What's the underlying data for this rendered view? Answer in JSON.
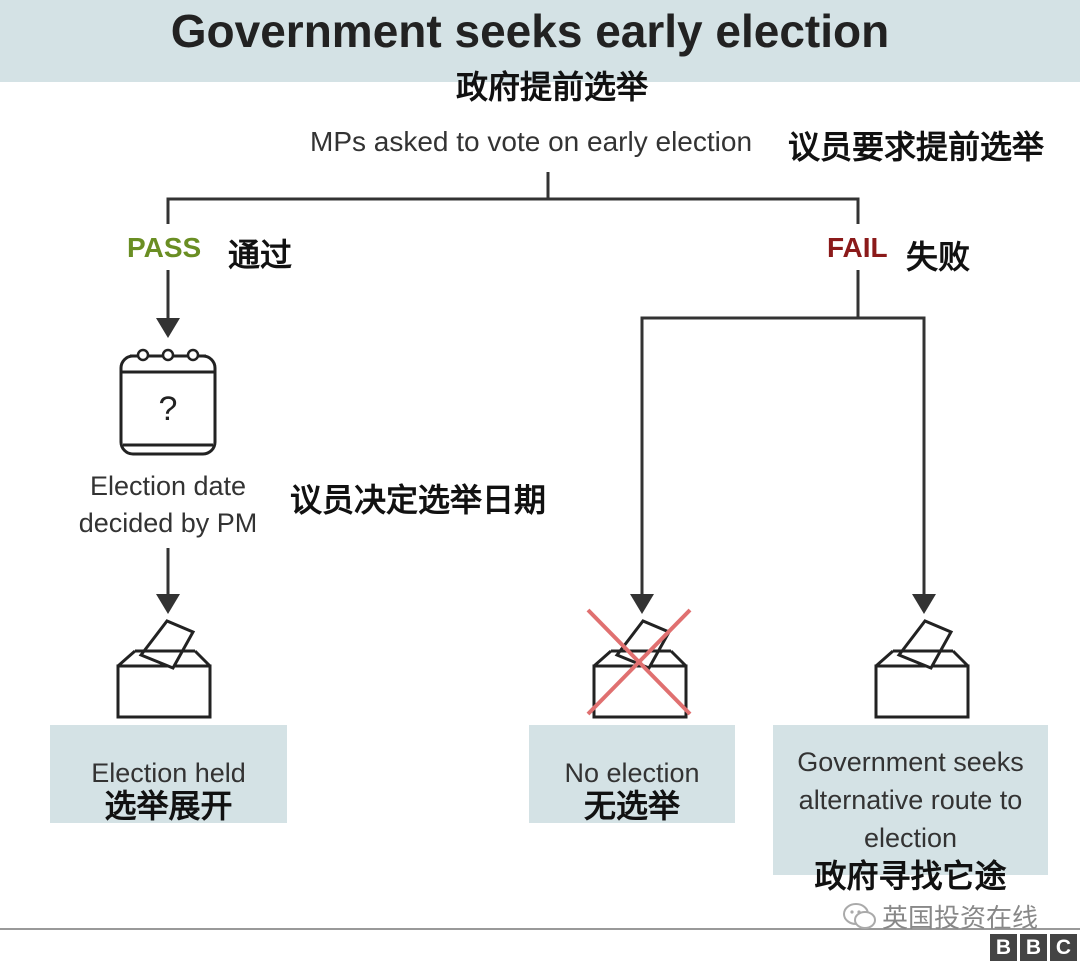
{
  "header": {
    "title": "Government seeks early election",
    "title_cn": "政府提前选举"
  },
  "question": {
    "text": "MPs asked to vote on early election",
    "text_cn": "议员要求提前选举"
  },
  "branches": {
    "pass": {
      "label": "PASS",
      "label_cn": "通过",
      "color": "#6a8e23"
    },
    "fail": {
      "label": "FAIL",
      "label_cn": "失败",
      "color": "#8b1a1a"
    }
  },
  "calendar": {
    "symbol": "?",
    "label": "Election date decided by PM",
    "label_cn": "议员决定选举日期"
  },
  "outcomes": [
    {
      "label": "Election held",
      "label_cn": "选举展开"
    },
    {
      "label": "No election",
      "label_cn": "无选举"
    },
    {
      "label": "Government seeks alternative route to election",
      "label_cn": "政府寻找它途"
    }
  ],
  "colors": {
    "box_fill": "#d4e2e5",
    "line": "#333333",
    "cross": "#e07070"
  },
  "footer": {
    "watermark": "英国投资在线",
    "logo_letters": [
      "B",
      "B",
      "C"
    ]
  }
}
